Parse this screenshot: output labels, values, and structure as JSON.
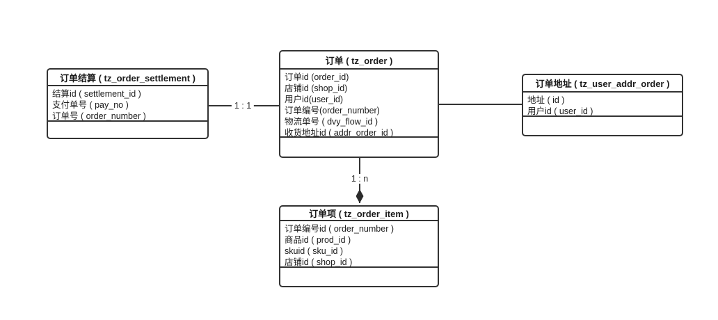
{
  "diagram": {
    "type": "er-diagram",
    "colors": {
      "background": "#ffffff",
      "line": "#333333",
      "text": "#1a1a1a"
    },
    "entities": [
      {
        "id": "settlement",
        "title": "订单结算 ( tz_order_settlement )",
        "fields": [
          "结算id ( settlement_id )",
          "支付单号 ( pay_no )",
          "订单号 ( order_number )"
        ]
      },
      {
        "id": "order",
        "title": "订单 ( tz_order )",
        "fields": [
          "订单id (order_id)",
          "店铺id (shop_id)",
          "用户id(user_id)",
          "订单编号(order_number)",
          "物流单号 ( dvy_flow_id )",
          "收货地址id ( addr_order_id )"
        ]
      },
      {
        "id": "addr",
        "title": "订单地址 ( tz_user_addr_order )",
        "fields": [
          "地址 ( id )",
          "用户id ( user_id )"
        ]
      },
      {
        "id": "item",
        "title": "订单项 ( tz_order_item )",
        "fields": [
          "订单编号id ( order_number )",
          "商品id ( prod_id )",
          "skuid ( sku_id )",
          "店铺id ( shop_id )"
        ]
      }
    ],
    "relations": [
      {
        "from": "settlement",
        "to": "order",
        "label": "1 : 1",
        "arrow": "none"
      },
      {
        "from": "order",
        "to": "addr",
        "label": "",
        "arrow": "none"
      },
      {
        "from": "order",
        "to": "item",
        "label": "1 : n",
        "arrow": "filled-diamond"
      }
    ]
  }
}
